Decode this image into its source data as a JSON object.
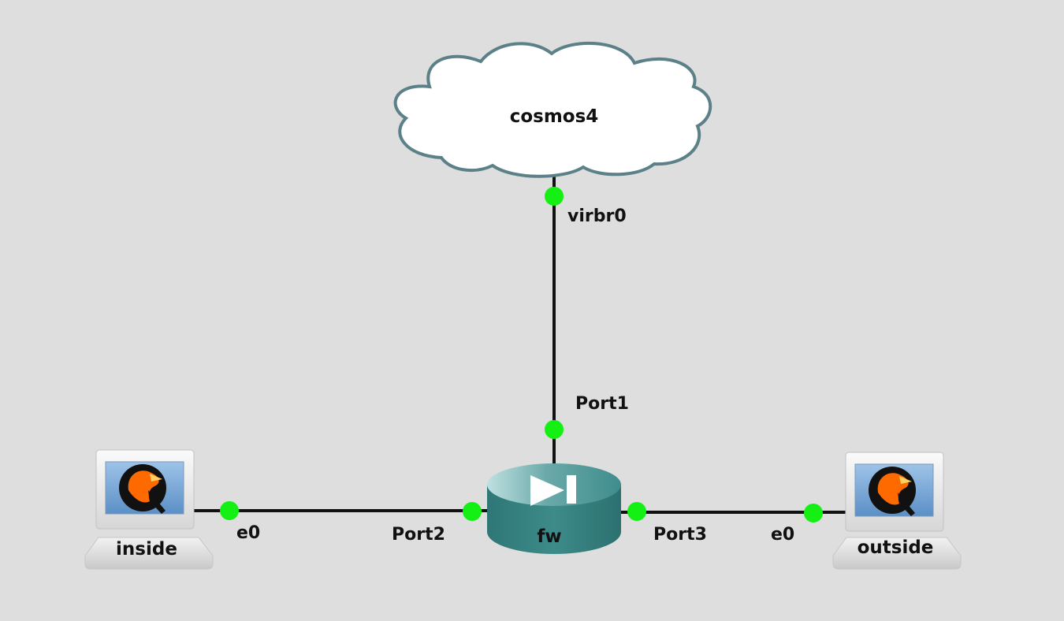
{
  "topology": {
    "nodes": {
      "cloud": {
        "name": "cosmos4",
        "icon": "cloud-icon"
      },
      "firewall": {
        "name": "fw",
        "icon": "firewall-icon"
      },
      "inside": {
        "name": "inside",
        "icon": "qemu-host-icon"
      },
      "outside": {
        "name": "outside",
        "icon": "qemu-host-icon"
      }
    },
    "links": [
      {
        "from": "cosmos4",
        "from_port": "virbr0",
        "to": "fw",
        "to_port": "Port1"
      },
      {
        "from": "inside",
        "from_port": "e0",
        "to": "fw",
        "to_port": "Port2"
      },
      {
        "from": "fw",
        "from_port": "Port3",
        "to": "outside",
        "to_port": "e0"
      }
    ]
  },
  "colors": {
    "background": "#dedede",
    "link": "#111111",
    "port_status": "#14ef14",
    "cloud_outline": "#5c8088",
    "firewall_body": "#3a8a88",
    "qemu_logo": "#ff6a00"
  }
}
